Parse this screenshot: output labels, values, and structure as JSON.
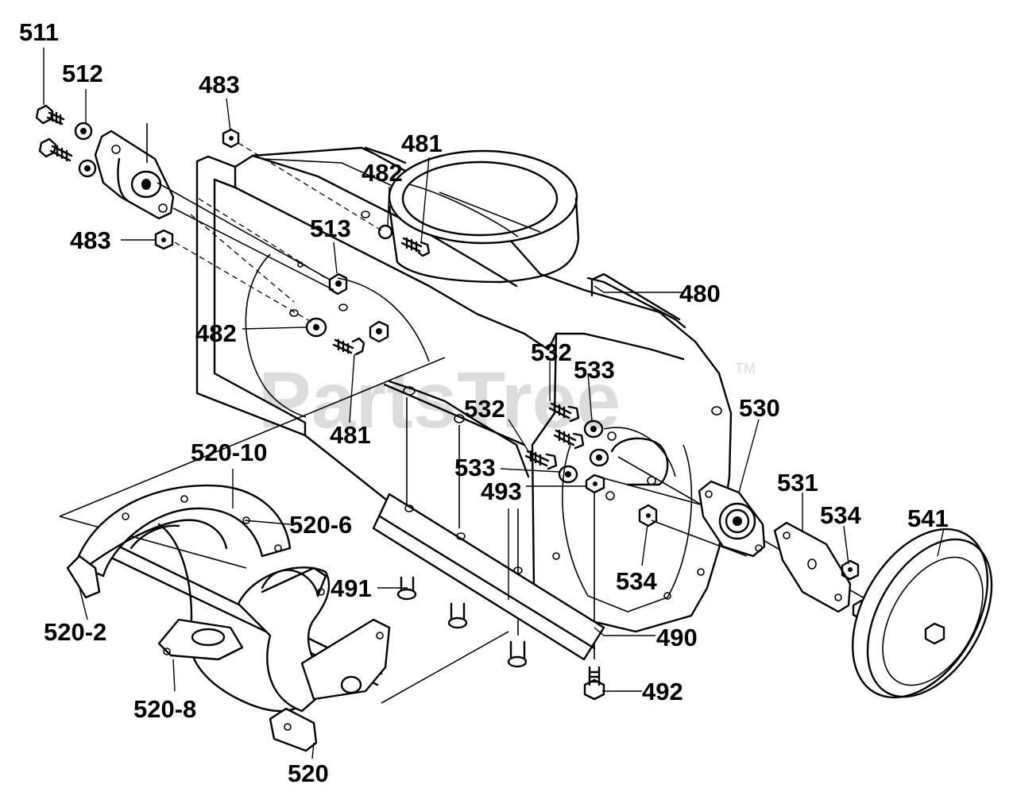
{
  "watermark": {
    "text": "PartsTree",
    "trademark": "TM"
  },
  "part_labels": {
    "p511": "511",
    "p512": "512",
    "p483a": "483",
    "p483b": "483",
    "p481a": "481",
    "p482a": "482",
    "p513": "513",
    "p480": "480",
    "p482b": "482",
    "p481b": "481",
    "p532a": "532",
    "p533a": "533",
    "p532b": "532",
    "p533b": "533",
    "p530": "530",
    "p493": "493",
    "p531": "531",
    "p534a": "534",
    "p541": "541",
    "p534b": "534",
    "p520_10": "520-10",
    "p520_6": "520-6",
    "p491": "491",
    "p520_2": "520-2",
    "p490": "490",
    "p492": "492",
    "p520_8": "520-8",
    "p520": "520"
  }
}
